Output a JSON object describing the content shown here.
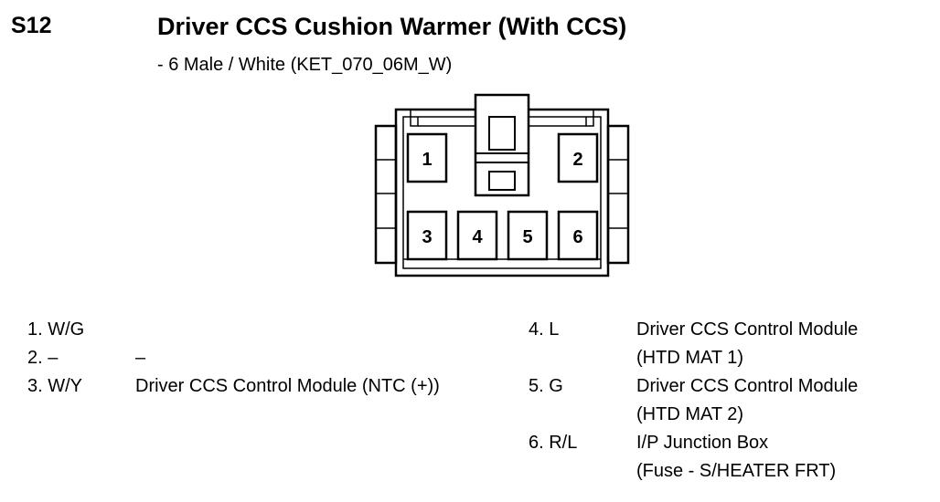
{
  "header": {
    "code": "S12",
    "title": "Driver CCS Cushion Warmer (With CCS)",
    "subtitle": "- 6 Male / White (KET_070_06M_W)"
  },
  "connector": {
    "pin_numbers": [
      "1",
      "2",
      "3",
      "4",
      "5",
      "6"
    ]
  },
  "pins_left": [
    {
      "num": "1. W/G",
      "desc": ""
    },
    {
      "num": "2. –",
      "desc": "–"
    },
    {
      "num": "3. W/Y",
      "desc": "Driver CCS Control Module (NTC (+))"
    }
  ],
  "pins_right": [
    {
      "num": "4. L",
      "desc": "Driver CCS Control Module"
    },
    {
      "num": "",
      "desc": "(HTD MAT 1)"
    },
    {
      "num": "5. G",
      "desc": "Driver CCS Control Module"
    },
    {
      "num": "",
      "desc": "(HTD MAT 2)"
    },
    {
      "num": "6. R/L",
      "desc": "I/P Junction Box"
    },
    {
      "num": "",
      "desc": "(Fuse - S/HEATER FRT)"
    }
  ]
}
